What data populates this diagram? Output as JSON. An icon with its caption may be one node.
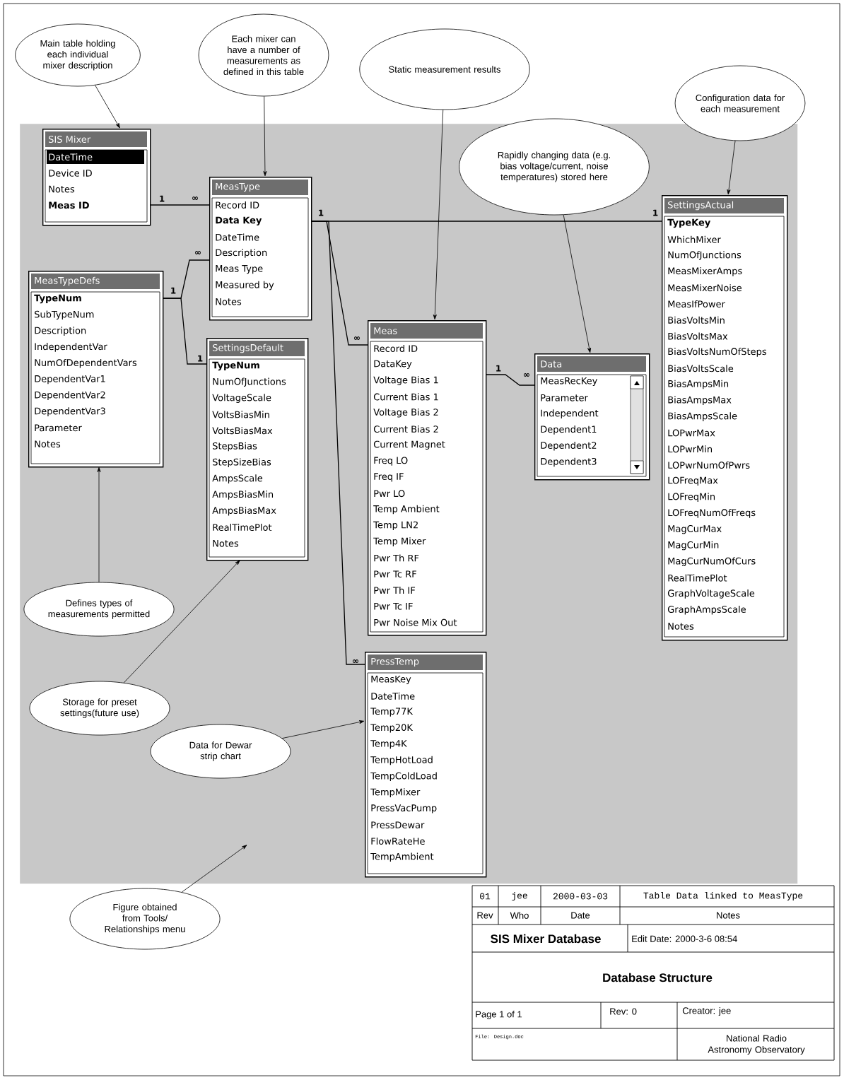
{
  "diagram": {
    "nodes": [
      {
        "text": [],
        "shape": "box"
      },
      {
        "text": [
          "Main table holding each individual mixer description"
        ]
      },
      {
        "text": [
          "Each mixer can have a number of measurements as defined in this table"
        ]
      },
      {
        "text": [
          "Static measurement results"
        ]
      },
      {
        "text": [
          "Configuration data for each measurement"
        ]
      },
      {
        "text": [
          "Rapidly changing data (e.g. bias voltage/current, noise temperatures) stored here"
        ],
        "in": 0
      },
      {
        "text": [
          "SIS Mixer",
          "DateTime",
          "Device ID",
          "Notes",
          "Meas ID"
        ],
        "in": 0
      },
      {
        "text": [
          "MeasType",
          "Record ID",
          "Data Key",
          "DateTime",
          "Description",
          "Meas Type",
          "Measured by",
          "Notes"
        ],
        "in": 0
      },
      {
        "text": [
          "SettingsActual",
          "TypeKey",
          "WhichMixer",
          "NumOfJunctions",
          "MeasMixerAmps",
          "MeasMixerNoise",
          "MeasIfPower",
          "BiasVoltsMin",
          "BiasVoltsMax",
          "BiasVoltsNumOfSteps",
          "BiasVoltsScale",
          "BiasAmpsMin",
          "BiasAmpsMax",
          "BiasAmpsScale",
          "LOPwrMax",
          "LOPwrMin",
          "LOPwrNumOfPwrs",
          "LOFreqMax",
          "LOFreqMin",
          "LOFreqNumOfFreqs",
          "MagCurMax",
          "MagCurMin",
          "MagCurNumOfCurs",
          "RealTimePlot",
          "GraphVoltageScale",
          "GraphAmpsScale",
          "Notes"
        ],
        "in": 0
      },
      {
        "text": [
          "MeasTypeDefs",
          "TypeNum",
          "SubTypeNum",
          "Description",
          "IndependentVar",
          "NumOfDependentVars",
          "DependentVar1",
          "DependentVar2",
          "DependentVar3",
          "Parameter",
          "Notes"
        ],
        "in": 0
      },
      {
        "text": [
          "SettingsDefault",
          "TypeNum",
          "NumOfJunctions",
          "VoltageScale",
          "VoltsBiasMin",
          "VoltsBiasMax",
          "StepsBias",
          "StepSizeBias",
          "AmpsScale",
          "AmpsBiasMin",
          "AmpsBiasMax",
          "RealTimePlot",
          "Notes"
        ],
        "in": 0
      },
      {
        "text": [
          "Meas",
          "Record ID",
          "DataKey",
          "Voltage Bias 1",
          "Current Bias 1",
          "Voltage Bias 2",
          "Current Bias 2",
          "Current Magnet",
          "Freq LO",
          "Freq IF",
          "Pwr LO",
          "Temp Ambient",
          "Temp LN2",
          "Temp Mixer",
          "Pwr Th RF",
          "Pwr Tc RF",
          "Pwr Th IF",
          "Pwr Tc IF",
          "Pwr Noise Mix Out"
        ],
        "in": 0
      },
      {
        "text": [
          "Data",
          "MeasRecKey",
          "Parameter",
          "Independent",
          "Dependent1",
          "Dependent2",
          "Dependent3"
        ],
        "in": 0
      },
      {
        "text": [
          "PressTemp",
          "MeasKey",
          "DateTime",
          "Temp77K",
          "Temp20K",
          "Temp4K",
          "TempHotLoad",
          "TempColdLoad",
          "TempMixer",
          "PressVacPump",
          "PressDewar",
          "FlowRateHe",
          "TempAmbient"
        ],
        "in": 0
      },
      {
        "text": [
          "Defines types of measurements permitted"
        ],
        "in": 0
      },
      {
        "text": [
          "Storage for preset settings(future use)"
        ],
        "in": 0
      },
      {
        "text": [
          "Data for Dewar strip chart"
        ],
        "in": 0
      },
      {
        "text": [
          "Figure obtained from Tools/ Relationships menu"
        ]
      }
    ],
    "edges": [
      {
        "from": 6,
        "to": 7,
        "arrow": "none"
      },
      {
        "from": 9,
        "to": 7,
        "arrow": "none"
      },
      {
        "from": 9,
        "to": 10,
        "arrow": "none"
      },
      {
        "from": 7,
        "to": 8,
        "arrow": "none"
      },
      {
        "from": 7,
        "to": 11,
        "arrow": "none"
      },
      {
        "from": 7,
        "to": 13,
        "arrow": "none"
      },
      {
        "from": 11,
        "to": 12,
        "arrow": "none"
      },
      {
        "from": 1,
        "to": 6,
        "arrow": "to"
      },
      {
        "from": 2,
        "to": 7,
        "arrow": "to"
      },
      {
        "from": 3,
        "to": 11,
        "arrow": "to"
      },
      {
        "from": 4,
        "to": 8,
        "arrow": "to"
      },
      {
        "from": 5,
        "to": 12,
        "arrow": "to"
      },
      {
        "from": 14,
        "to": 9,
        "arrow": "to"
      },
      {
        "from": 15,
        "to": 10,
        "arrow": "to"
      },
      {
        "from": 16,
        "to": 13,
        "arrow": "to"
      },
      {
        "from": 17,
        "to": 0,
        "arrow": "to"
      }
    ],
    "labels": [
      "1",
      "∞",
      "1",
      "1",
      "∞",
      "1",
      "∞",
      "1",
      "1",
      "∞",
      "∞",
      "01",
      "jee",
      "2000-03-03",
      "Table Data linked to MeasType",
      "Rev",
      "Who",
      "Date",
      "Notes",
      "SIS Mixer Database",
      "Edit Date: 2000-3-6 08:54",
      "Database Structure",
      "Page 1 of 1",
      "Rev: 0",
      "Creator: jee",
      "File: Design.doc",
      "National Radio Astronomy Observatory"
    ]
  }
}
